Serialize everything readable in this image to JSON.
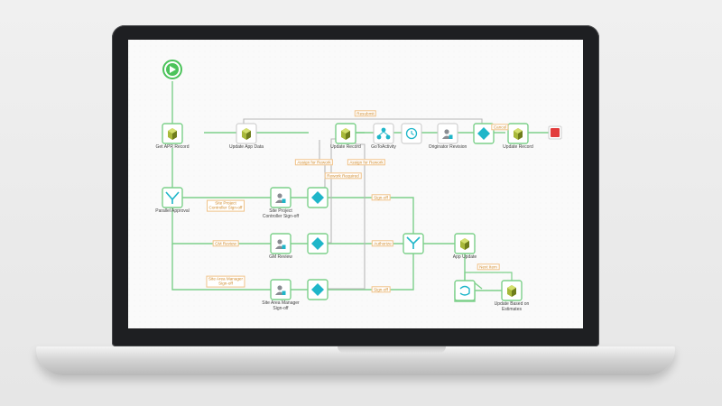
{
  "workflow": {
    "nodes": {
      "get_app_record": "Get APR Record",
      "update_app_data": "Update App Data",
      "update_record_1": "Update Record",
      "goto_activity": "GoToActivity",
      "originator_revision": "Originator Revision",
      "update_record_2": "Update Record",
      "parallel_approval": "Parallel Approval",
      "site_project_controller_signoff": "Site Project\nController Sign-off",
      "gm_review": "GM Review",
      "site_area_manager_signoff": "Site Area Manager\nSign-off",
      "app_update": "App Update",
      "update_based_on_estimates": "Update Based on\nEstimates"
    },
    "edge_labels": {
      "resubmit": "Resubmit",
      "cancel": "Cancel",
      "assign_for_rework_1": "Assign for Rework",
      "assign_for_rework_2": "Assign for Rework",
      "rework_required": "Rework Required",
      "site_project_controller": "Site Project\nController Sign-off",
      "gm_review": "GM Review",
      "site_area_manager": "Site Area Manager\nSign-off",
      "signoff_1": "Sign-off",
      "authorize": "Authorize",
      "signoff_2": "Sign-off",
      "next_item": "Next Item"
    },
    "colors": {
      "connector": "#7cd08a",
      "connector_gray": "#b5b5b5",
      "accent_teal": "#1fb6c9",
      "task_olive": "#8a9a2a",
      "start_green": "#4cc35b",
      "end_red": "#e23b3b",
      "label_orange": "#d08a2b"
    }
  }
}
